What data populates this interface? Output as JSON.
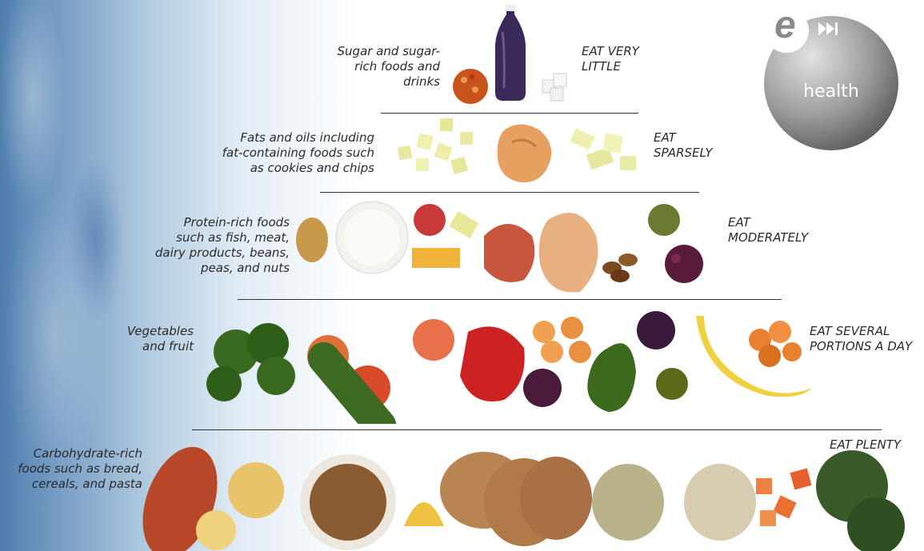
{
  "tiers": [
    {
      "foods": "Sugar and sugar-\nrich foods and\ndrinks",
      "advice": "EAT VERY\nLITTLE"
    },
    {
      "foods": "Fats and oils including\nfat-containing foods such\nas cookies and chips",
      "advice": "EAT\nSPARSELY"
    },
    {
      "foods": "Protein-rich foods\nsuch as fish, meat,\ndairy products, beans,\npeas, and nuts",
      "advice": "EAT\nMODERATELY"
    },
    {
      "foods": "Vegetables\nand fruit",
      "advice": "EAT SEVERAL\nPORTIONS A DAY"
    },
    {
      "foods": "Carbohydrate-rich\nfoods such as bread,\ncereals, and pasta",
      "advice": "EAT PLENTY"
    }
  ],
  "badge": {
    "logo_letter": "e",
    "label": "health"
  },
  "colors": {
    "water": "#6f97c0",
    "badge": "#9a9a9a",
    "divider": "#333333"
  }
}
